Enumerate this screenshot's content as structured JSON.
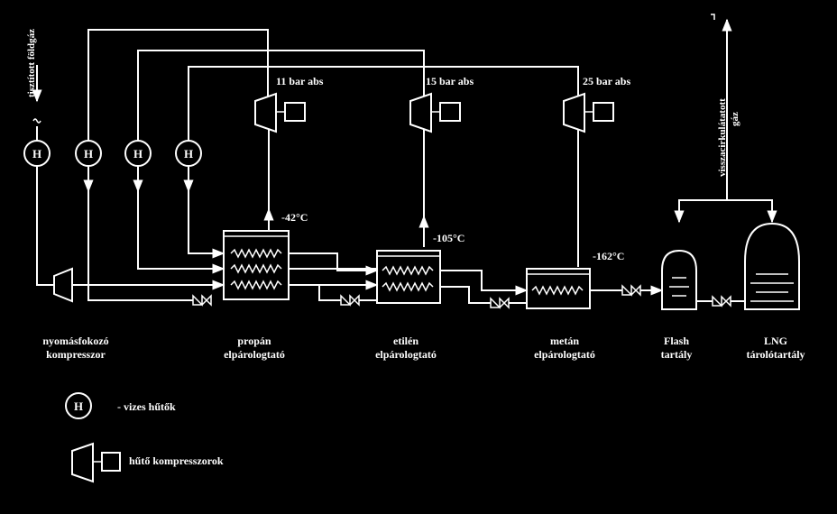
{
  "labels": {
    "feed_gas": "tisztított földgáz",
    "recycle_gas_line1": "visszacirkulátatott",
    "recycle_gas_line2": "gáz",
    "pressure_1": "11 bar abs",
    "pressure_2": "15 bar abs",
    "pressure_3": "25 bar abs",
    "temp_1": "-42°C",
    "temp_2": "-105°C",
    "temp_3": "-162°C",
    "booster_line1": "nyomásfokozó",
    "booster_line2": "kompresszor",
    "propane_line1": "propán",
    "propane_line2": "elpárologtató",
    "ethylene_line1": "etilén",
    "ethylene_line2": "elpárologtató",
    "methane_line1": "metán",
    "methane_line2": "elpárologtató",
    "flash_line1": "Flash",
    "flash_line2": "tartály",
    "lng_line1": "LNG",
    "lng_line2": "tárolótartály",
    "cooler_symbol": "H"
  },
  "legend": {
    "water_coolers": "- vizes hűtők",
    "refrigeration_compressors": "hűtő kompresszorok"
  },
  "icons": {
    "cooler": "water-cooler-icon",
    "compressor": "compressor-icon",
    "valve": "valve-icon"
  }
}
